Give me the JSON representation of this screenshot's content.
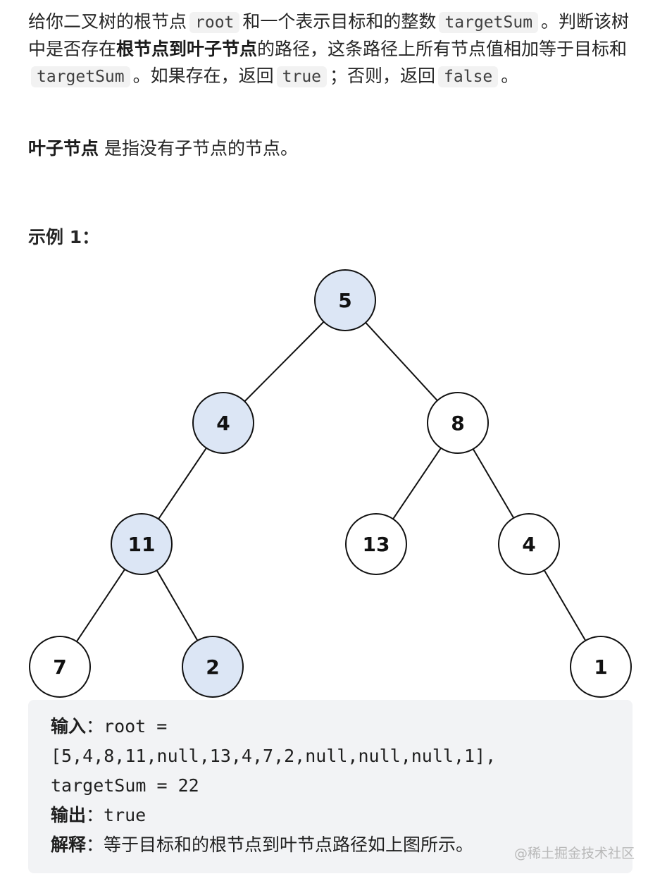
{
  "description": {
    "t1": "给你二叉树的根节点",
    "c1": "root",
    "t2": "和一个表示目标和的整数",
    "c2": "targetSum",
    "t3": "。判断该树中是否存在",
    "b1": "根节点到叶子节点",
    "t4": "的路径，这条路径上所有节点值相加等于目标和",
    "c3": "targetSum",
    "t5": "。如果存在，返回",
    "c4": "true",
    "t6": "；否则，返回",
    "c5": "false",
    "t7": "。"
  },
  "leaf_definition": {
    "bold": "叶子节点",
    "text": "是指没有子节点的节点。"
  },
  "example_title": "示例 1：",
  "tree": {
    "nodes": [
      {
        "label": "5",
        "highlighted": true
      },
      {
        "label": "4",
        "highlighted": true
      },
      {
        "label": "8",
        "highlighted": false
      },
      {
        "label": "11",
        "highlighted": true
      },
      {
        "label": "13",
        "highlighted": false
      },
      {
        "label": "4",
        "highlighted": false
      },
      {
        "label": "7",
        "highlighted": false
      },
      {
        "label": "2",
        "highlighted": true
      },
      {
        "label": "1",
        "highlighted": false
      }
    ],
    "highlight_color": "#dce6f5",
    "default_fill": "#ffffff",
    "stroke_color": "#111111"
  },
  "example": {
    "input_label": "输入",
    "input_line1": "：root =",
    "input_line2": "[5,4,8,11,null,13,4,7,2,null,null,null,1],",
    "input_line3": "targetSum = 22",
    "output_label": "输出",
    "output_value": "：true",
    "explain_label": "解释",
    "explain_value": "：等于目标和的根节点到叶节点路径如上图所示。"
  },
  "watermark": "@稀土掘金技术社区"
}
